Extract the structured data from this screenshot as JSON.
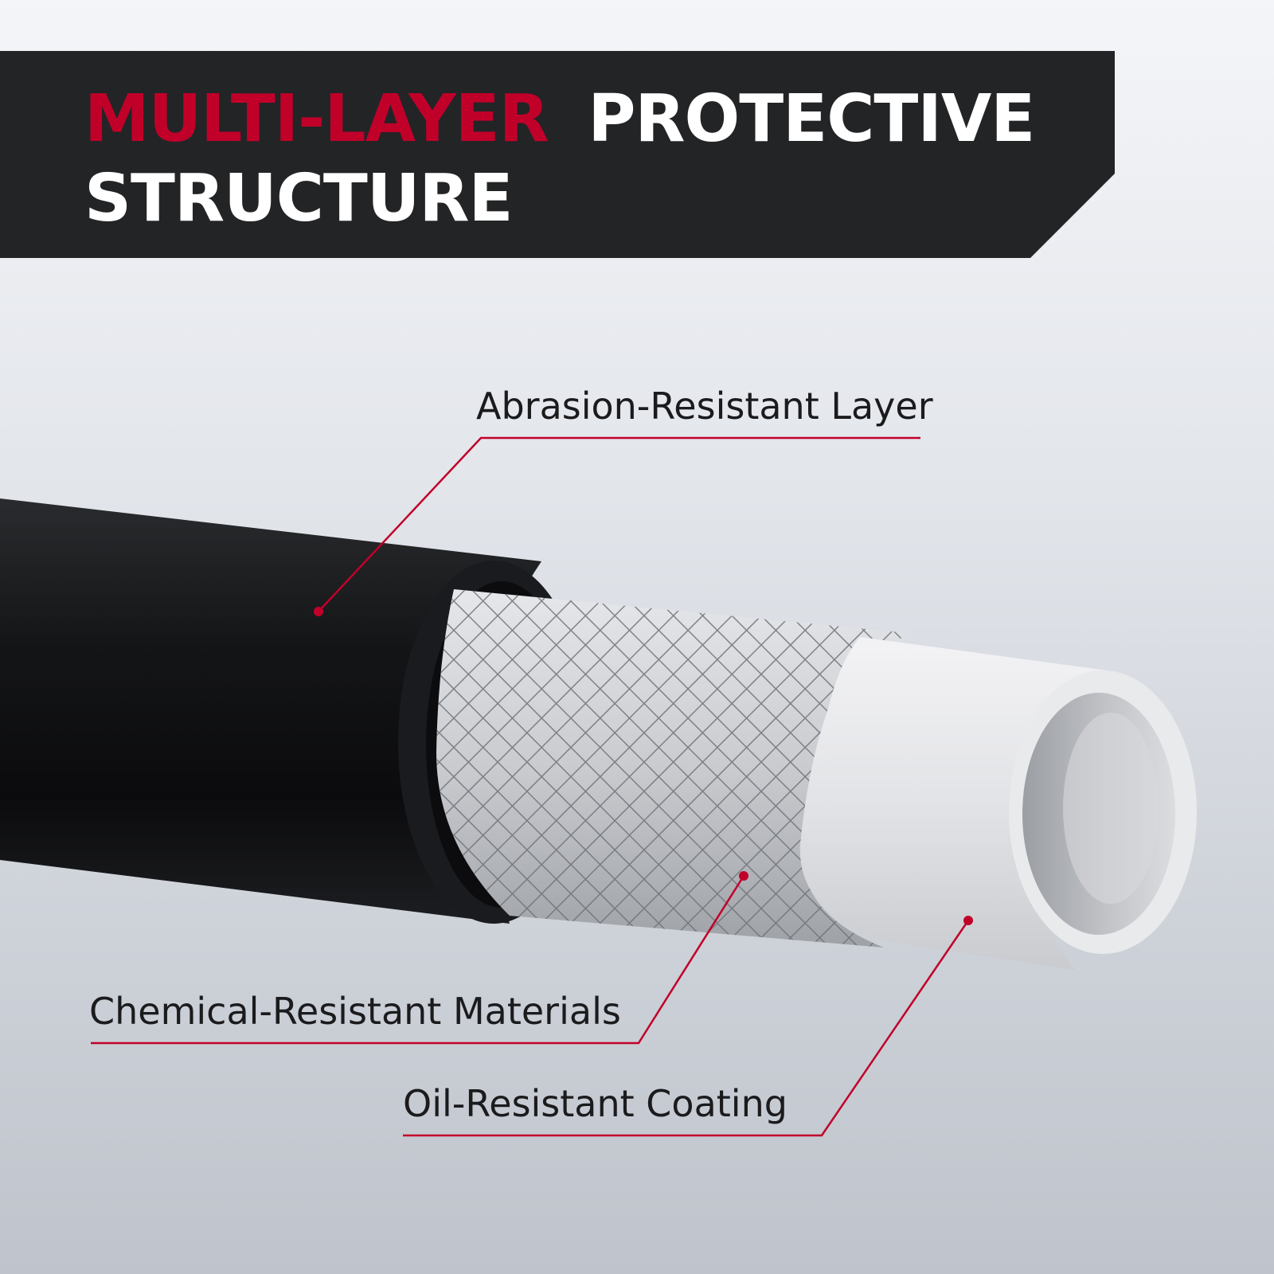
{
  "header": {
    "title_accent": "MULTI-LAYER",
    "title_rest": "PROTECTIVE",
    "title_line2": "STRUCTURE",
    "accent_color": "#c1002a",
    "banner_color": "#232426"
  },
  "callouts": [
    {
      "id": "abrasion",
      "label": "Abrasion-Resistant Layer"
    },
    {
      "id": "chemical",
      "label": "Chemical-Resistant Materials"
    },
    {
      "id": "oil",
      "label": "Oil-Resistant Coating"
    }
  ],
  "colors": {
    "leader_line": "#c1002a",
    "outer_jacket": "#111214",
    "inner_tube": "#e9eaec"
  },
  "icons": {
    "hose": "hose-cross-section-icon"
  }
}
